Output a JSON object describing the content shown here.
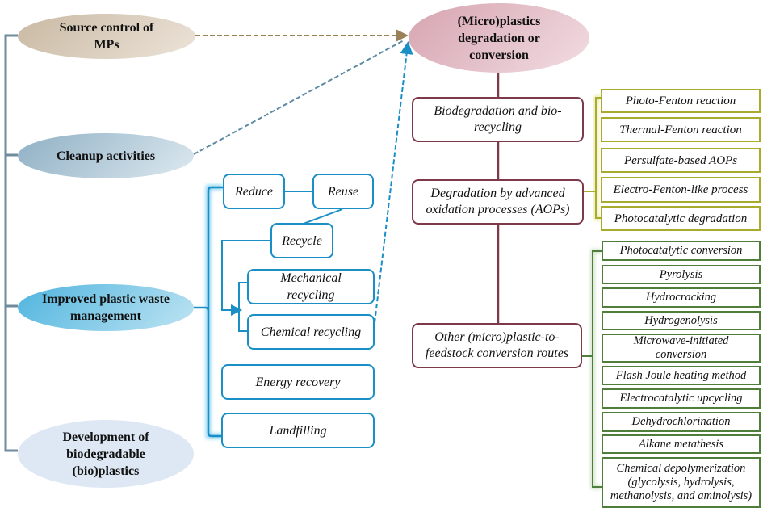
{
  "left_strategies": {
    "source_control": "Source control of MPs",
    "cleanup": "Cleanup activities",
    "waste_management": "Improved plastic waste management",
    "biodegradable": "Development of biodegradable (bio)plastics"
  },
  "waste_management_options": {
    "reduce": "Reduce",
    "reuse": "Reuse",
    "recycle": "Recycle",
    "mechanical": "Mechanical recycling",
    "chemical": "Chemical recycling",
    "energy": "Energy recovery",
    "landfilling": "Landfilling"
  },
  "center": {
    "title": "(Micro)plastics degradation or conversion",
    "biodegradation": "Biodegradation and bio-recycling",
    "aops": "Degradation by advanced oxidation processes (AOPs)",
    "other_routes": "Other (micro)plastic-to-feedstock conversion routes"
  },
  "aop_methods": [
    "Photo-Fenton reaction",
    "Thermal-Fenton reaction",
    "Persulfate-based AOPs",
    "Electro-Fenton-like process",
    "Photocatalytic degradation"
  ],
  "conversion_routes": [
    "Photocatalytic conversion",
    "Pyrolysis",
    "Hydrocracking",
    "Hydrogenolysis",
    "Microwave-initiated conversion",
    "Flash Joule heating method",
    "Electrocatalytic upcycling",
    "Dehydrochlorination",
    "Alkane metathesis",
    "Chemical depolymerization (glycolysis, hydrolysis, methanolysis, and aminolysis)"
  ],
  "colors": {
    "trunk": "#6f8c9c",
    "waste_blue": "#1a8fc6",
    "maroon": "#7d3a4a",
    "olive": "#a8ab2c",
    "green": "#4f7d3a",
    "source_arrow": "#9a8158",
    "cleanup_arrow": "#5f8aa3"
  }
}
